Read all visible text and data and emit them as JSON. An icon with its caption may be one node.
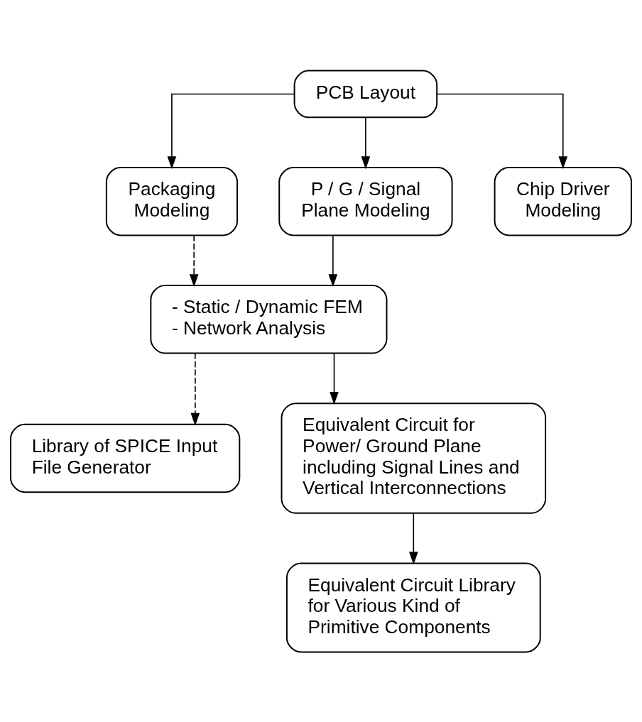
{
  "diagram": {
    "nodes": [
      {
        "text": [
          "PCB Layout"
        ]
      },
      {
        "text": [
          "Packaging Modeling"
        ]
      },
      {
        "text": [
          "P / G / Signal Plane Modeling"
        ]
      },
      {
        "text": [
          "Chip Driver Modeling"
        ]
      },
      {
        "text": [
          "- Static / Dynamic FEM",
          "- Network Analysis"
        ]
      },
      {
        "text": [
          "Library of SPICE Input File Generator"
        ]
      },
      {
        "text": [
          "Equivalent Circuit for Power/ Ground Plane including Signal Lines and Vertical Interconnections"
        ]
      },
      {
        "text": [
          "Equivalent Circuit Library for Various Kind of Primitive Components"
        ]
      }
    ],
    "edges": [
      {
        "from": 0,
        "to": 1,
        "arrow": "to"
      },
      {
        "from": 0,
        "to": 2,
        "arrow": "to"
      },
      {
        "from": 0,
        "to": 3,
        "arrow": "to"
      },
      {
        "from": 1,
        "to": 4,
        "arrow": "to",
        "style": "dashed"
      },
      {
        "from": 2,
        "to": 4,
        "arrow": "to"
      },
      {
        "from": 4,
        "to": 5,
        "arrow": "to",
        "style": "dashed"
      },
      {
        "from": 4,
        "to": 6,
        "arrow": "to"
      },
      {
        "from": 6,
        "to": 7,
        "arrow": "to"
      }
    ]
  }
}
